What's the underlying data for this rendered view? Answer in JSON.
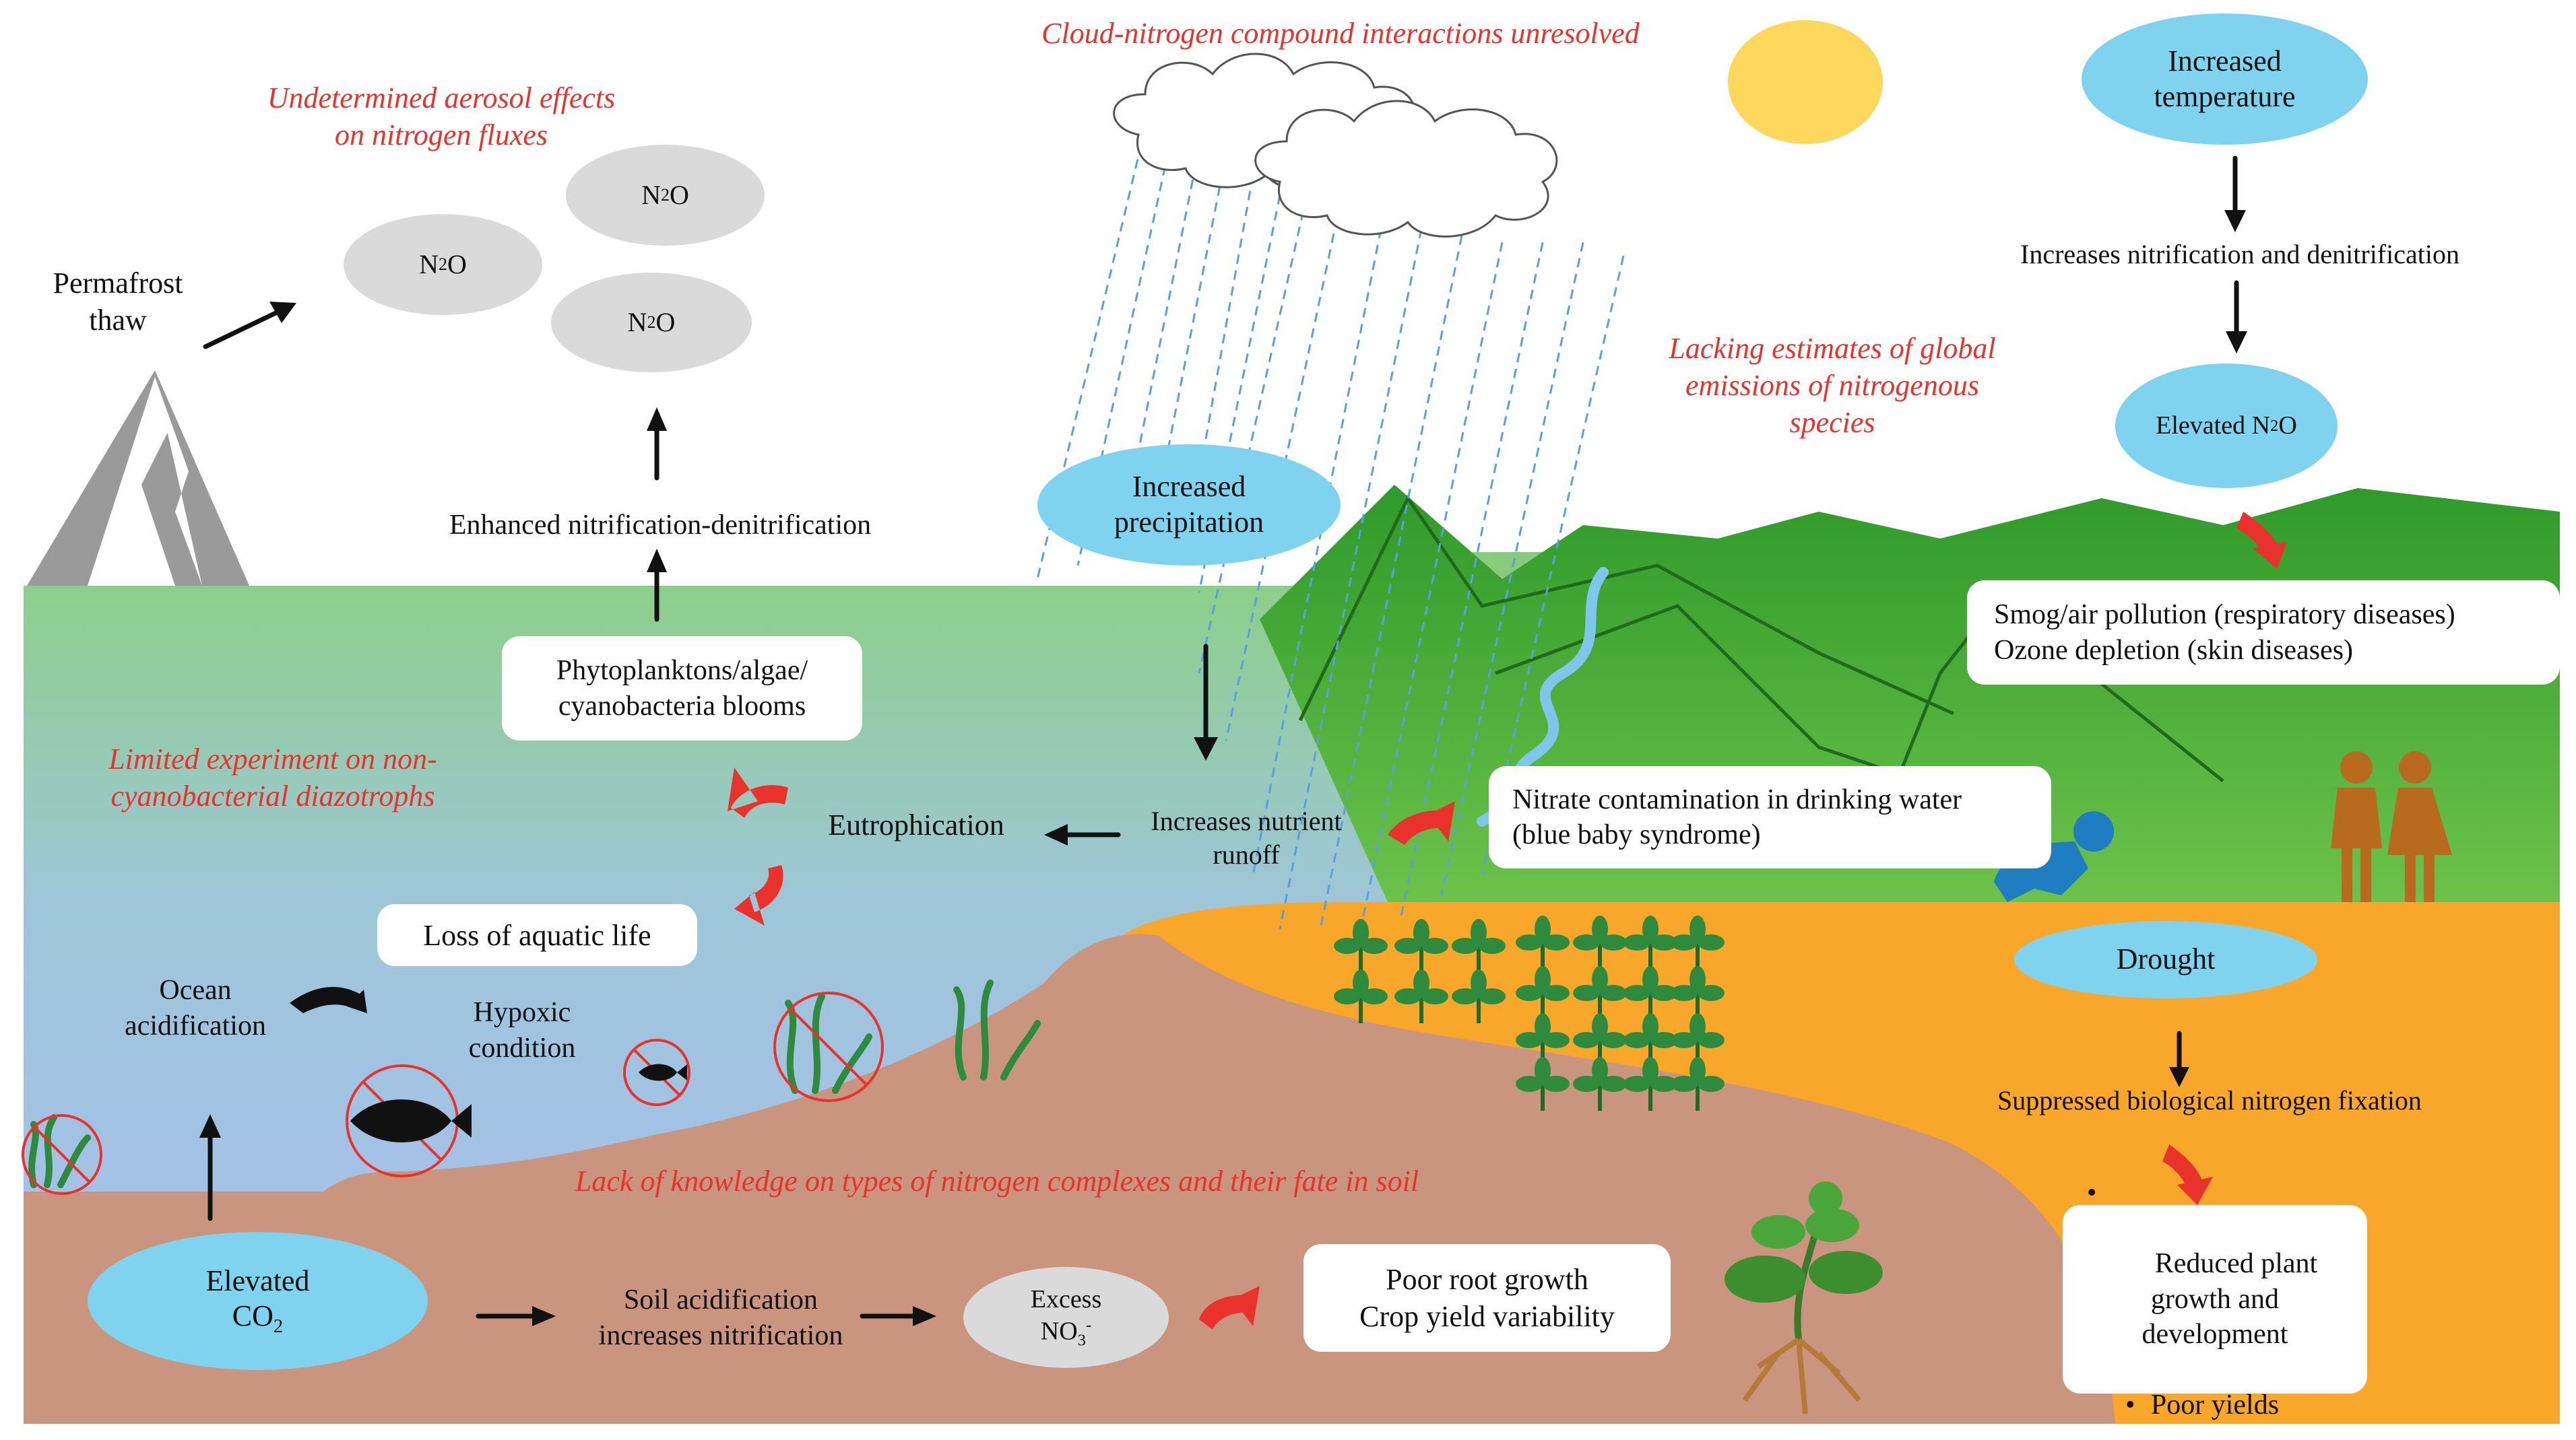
{
  "gaps": {
    "aerosol": "Undetermined aerosol effects\non nitrogen fluxes",
    "cloud": "Cloud-nitrogen compound interactions unresolved",
    "global_emissions": "Lacking estimates of global\nemissions of nitrogenous\nspecies",
    "diazotrophs": "Limited experiment on non-\ncyanobacterial diazotrophs",
    "soil_complexes": "Lack of knowledge on types of nitrogen complexes and their fate in soil"
  },
  "labels": {
    "permafrost": "Permafrost\nthaw",
    "n2o": "N",
    "n2o_sub": "2",
    "n2o_tail": "O",
    "enhanced_nitrification": "Enhanced nitrification-denitrification",
    "blooms": "Phytoplanktons/algae/\ncyanobacteria blooms",
    "eutrophication": "Eutrophication",
    "increases_runoff": "Increases nutrient\nrunoff",
    "increased_precipitation": "Increased\nprecipitation",
    "loss_aquatic": "Loss of aquatic life",
    "ocean_acidification": "Ocean\nacidification",
    "hypoxic": "Hypoxic\ncondition",
    "elevated_co2": "Elevated",
    "co2": "CO",
    "co2_sub": "2",
    "soil_acidification": "Soil acidification\nincreases nitrification",
    "excess": "Excess",
    "no3": "NO",
    "no3_sub": "3",
    "no3_sup": "-",
    "poor_root": "Poor root growth\nCrop yield variability",
    "nitrate": "Nitrate contamination in drinking water\n(blue baby syndrome)",
    "increased_temp": "Increased\ntemperature",
    "increases_nitrif": "Increases nitrification and denitrification",
    "elevated_n2o": "Elevated N",
    "elevated_n2o_sub": "2",
    "elevated_n2o_tail": "O",
    "smog": "Smog/air pollution (respiratory diseases)\nOzone depletion (skin diseases)",
    "drought": "Drought",
    "suppressed_bnf": "Suppressed biological nitrogen fixation",
    "reduced_plant": "Reduced plant\ngrowth and\ndevelopment",
    "poor_yields": "Poor yields"
  },
  "colors": {
    "gap_text": "#e8322b",
    "oval_blue": "#7fd3ef",
    "oval_grey": "#dadada",
    "land_green": "#8cc63f",
    "water_blue": "#a3c4e8",
    "soil_brown": "#c9957f",
    "desert_orange": "#f9a72b",
    "sun": "#fdd85c"
  }
}
